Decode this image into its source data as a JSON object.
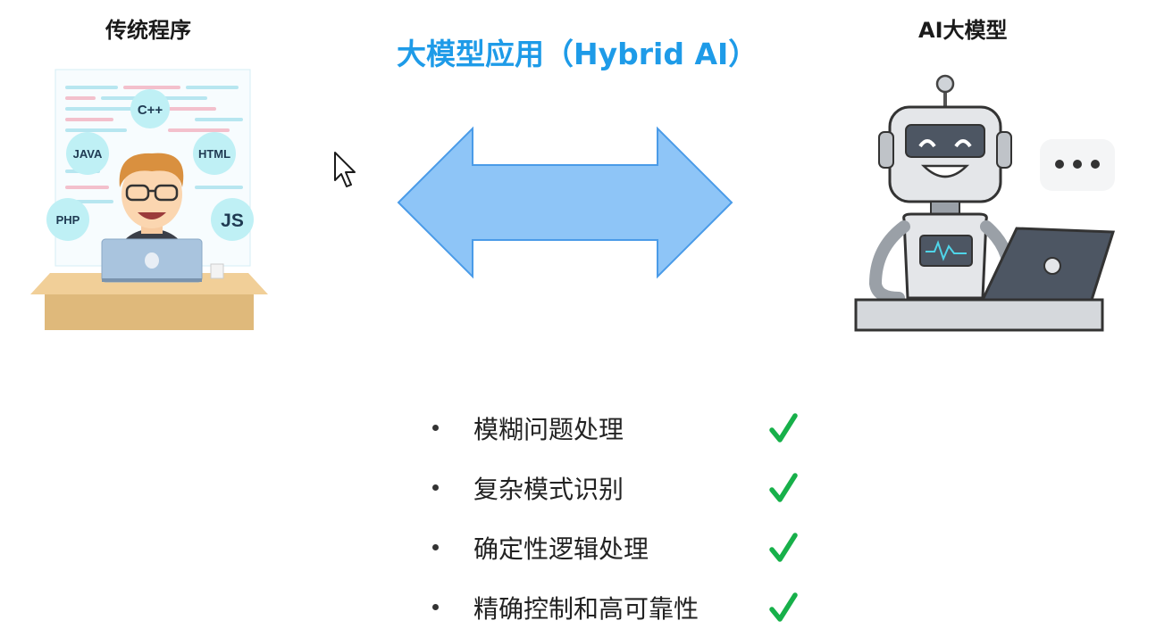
{
  "left_label": "传统程序",
  "right_label": "AI大模型",
  "title": "大模型应用（Hybrid AI）",
  "left_illustration": {
    "languages": [
      "C++",
      "JAVA",
      "HTML",
      "PHP",
      "JS"
    ]
  },
  "items": [
    {
      "text": "模糊问题处理",
      "checked": true
    },
    {
      "text": "复杂模式识别",
      "checked": true
    },
    {
      "text": "确定性逻辑处理",
      "checked": true
    },
    {
      "text": "精确控制和高可靠性",
      "checked": true
    }
  ],
  "colors": {
    "title": "#1e9be8",
    "arrow_fill": "#8ec5f7",
    "arrow_stroke": "#4a9be8",
    "check": "#17b04a"
  }
}
